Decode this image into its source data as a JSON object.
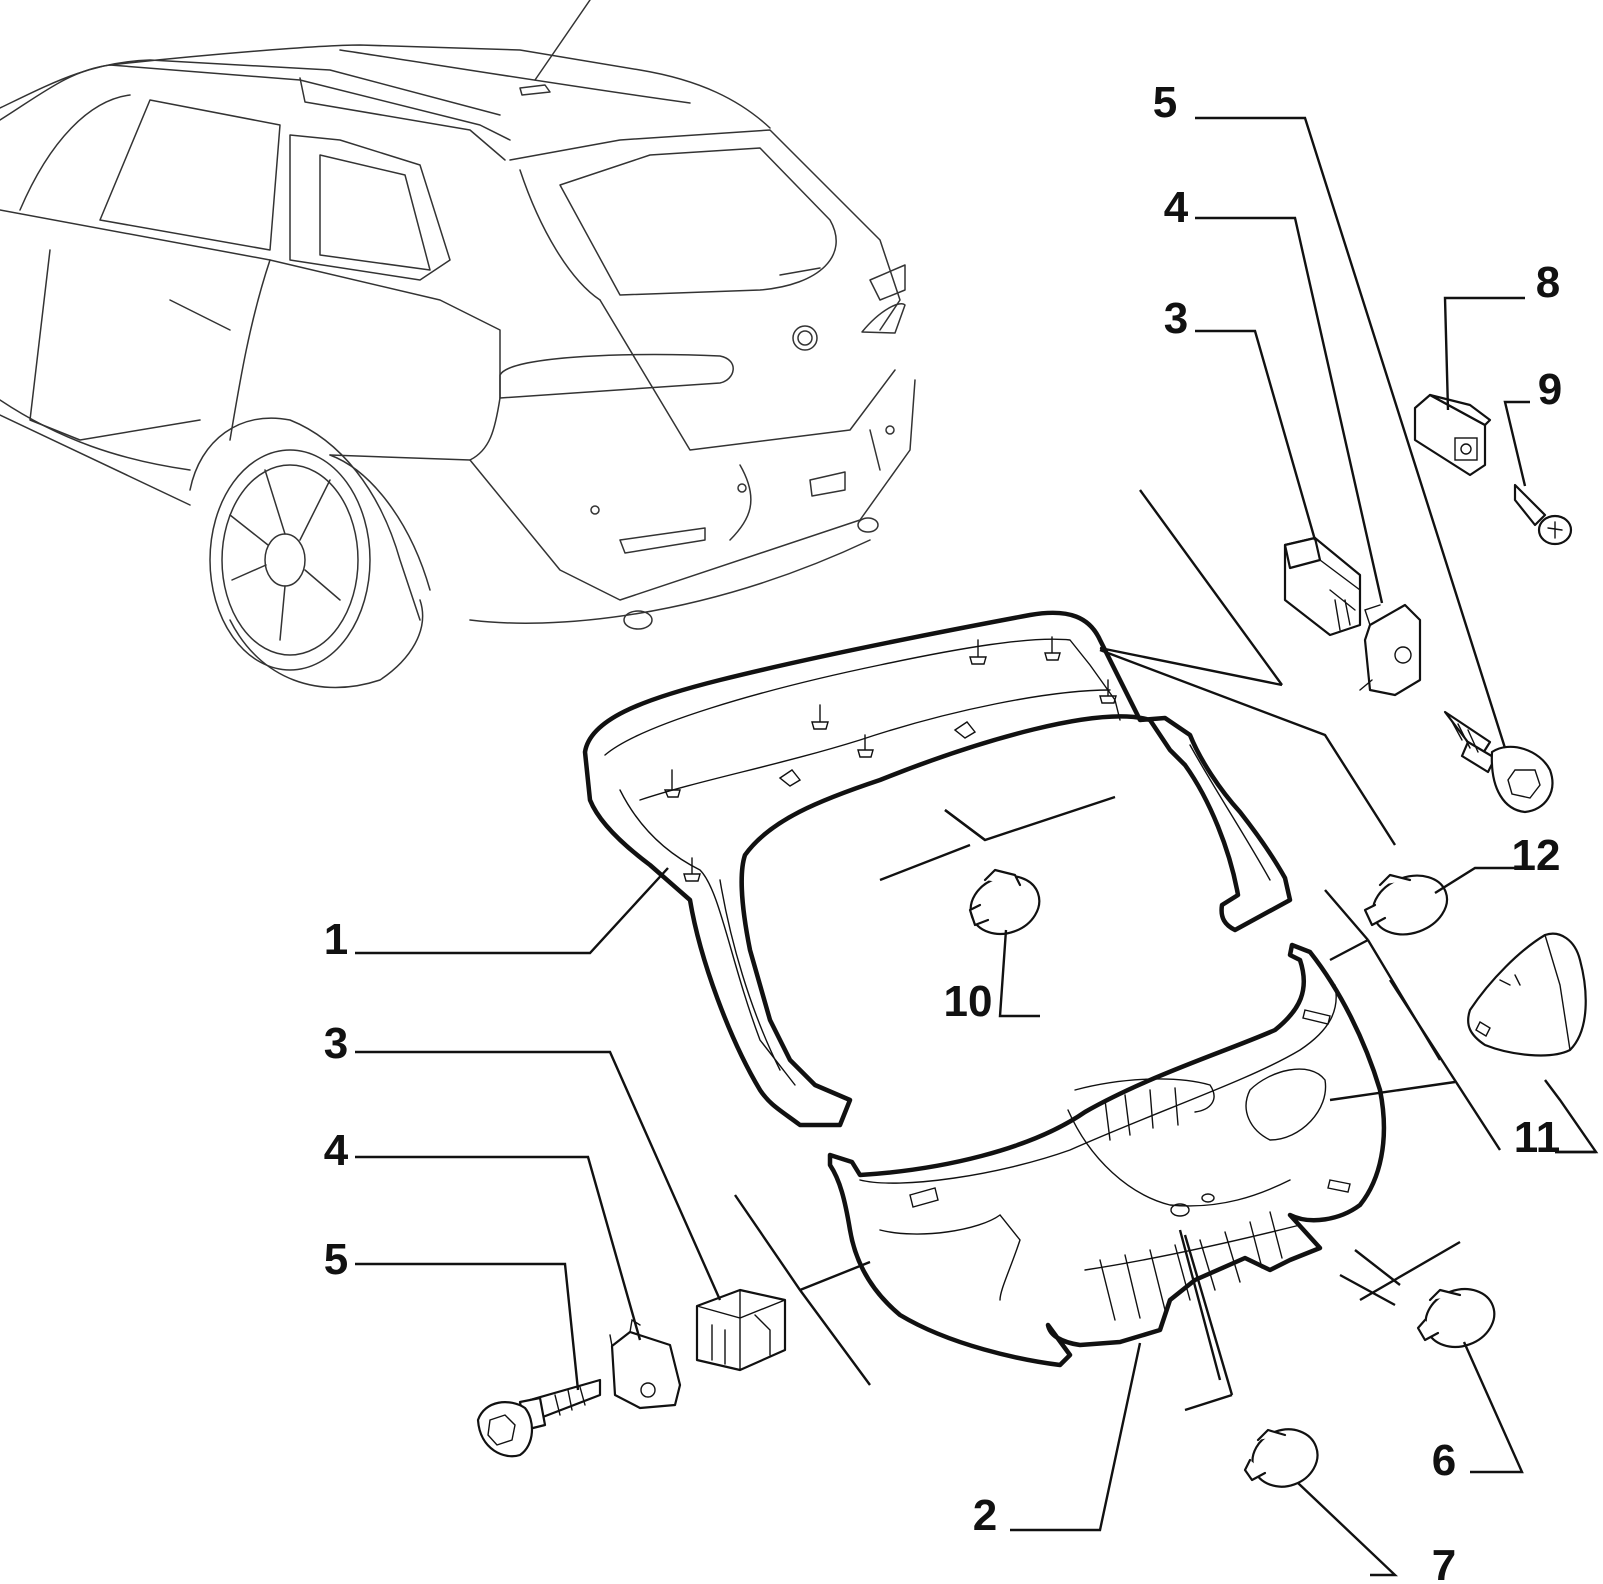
{
  "diagram": {
    "callouts": [
      {
        "id": "c1",
        "text": "1"
      },
      {
        "id": "c2",
        "text": "2"
      },
      {
        "id": "c3a",
        "text": "3"
      },
      {
        "id": "c3b",
        "text": "3"
      },
      {
        "id": "c4a",
        "text": "4"
      },
      {
        "id": "c4b",
        "text": "4"
      },
      {
        "id": "c5a",
        "text": "5"
      },
      {
        "id": "c5b",
        "text": "5"
      },
      {
        "id": "c6",
        "text": "6"
      },
      {
        "id": "c7",
        "text": "7"
      },
      {
        "id": "c8",
        "text": "8"
      },
      {
        "id": "c9",
        "text": "9"
      },
      {
        "id": "c10",
        "text": "10"
      },
      {
        "id": "c11",
        "text": "11"
      },
      {
        "id": "c12",
        "text": "12"
      }
    ]
  }
}
